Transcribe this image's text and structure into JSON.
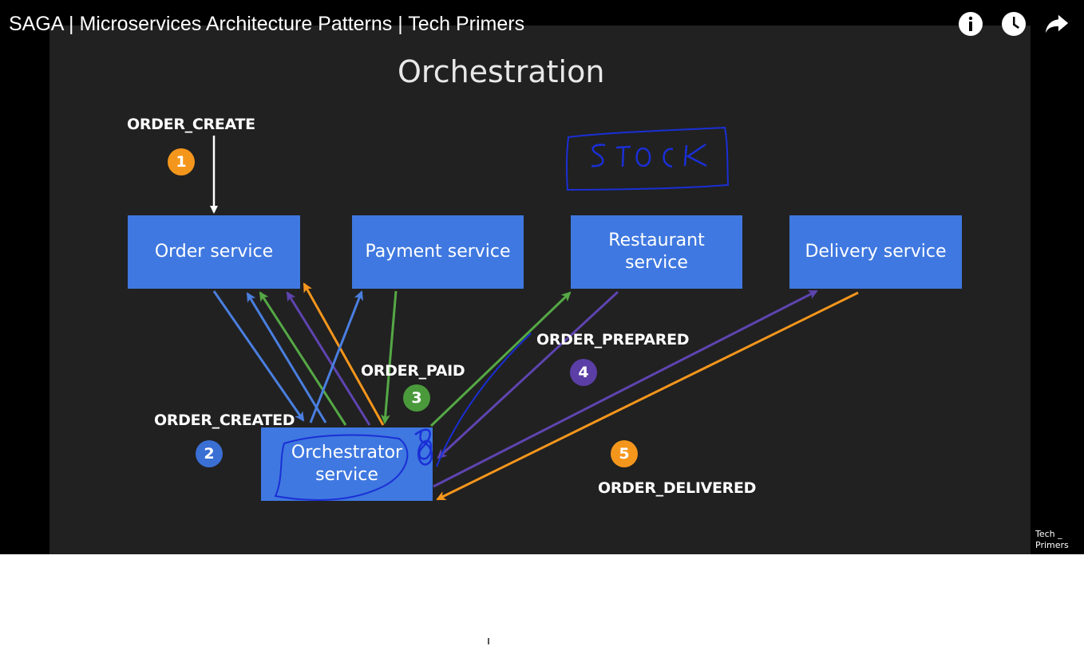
{
  "video": {
    "title": "SAGA | Microservices Architecture Patterns | Tech Primers",
    "icons": [
      "info-icon",
      "watch-later-icon",
      "share-icon"
    ]
  },
  "slide": {
    "title": "Orchestration",
    "services": {
      "order": "Order service",
      "payment": "Payment service",
      "restaurant_line1": "Restaurant",
      "restaurant_line2": "service",
      "delivery": "Delivery service",
      "orchestrator_line1": "Orchestrator",
      "orchestrator_line2": "service"
    },
    "events": {
      "order_create": "ORDER_CREATE",
      "order_created": "ORDER_CREATED",
      "order_paid": "ORDER_PAID",
      "order_prepared": "ORDER_PREPARED",
      "order_delivered": "ORDER_DELIVERED"
    },
    "steps": {
      "one": "1",
      "two": "2",
      "three": "3",
      "four": "4",
      "five": "5"
    },
    "handwritten_annotation": "STOCK",
    "colors": {
      "service_box": "#3f78e0",
      "step1": "#f5961c",
      "step2": "#3a6fd4",
      "step3": "#4a9a3c",
      "step4": "#5b3ea6",
      "step5": "#f5961c",
      "ink": "#1a2fd6"
    }
  },
  "watermark": {
    "line1": "Tech _",
    "line2": "Primers"
  }
}
